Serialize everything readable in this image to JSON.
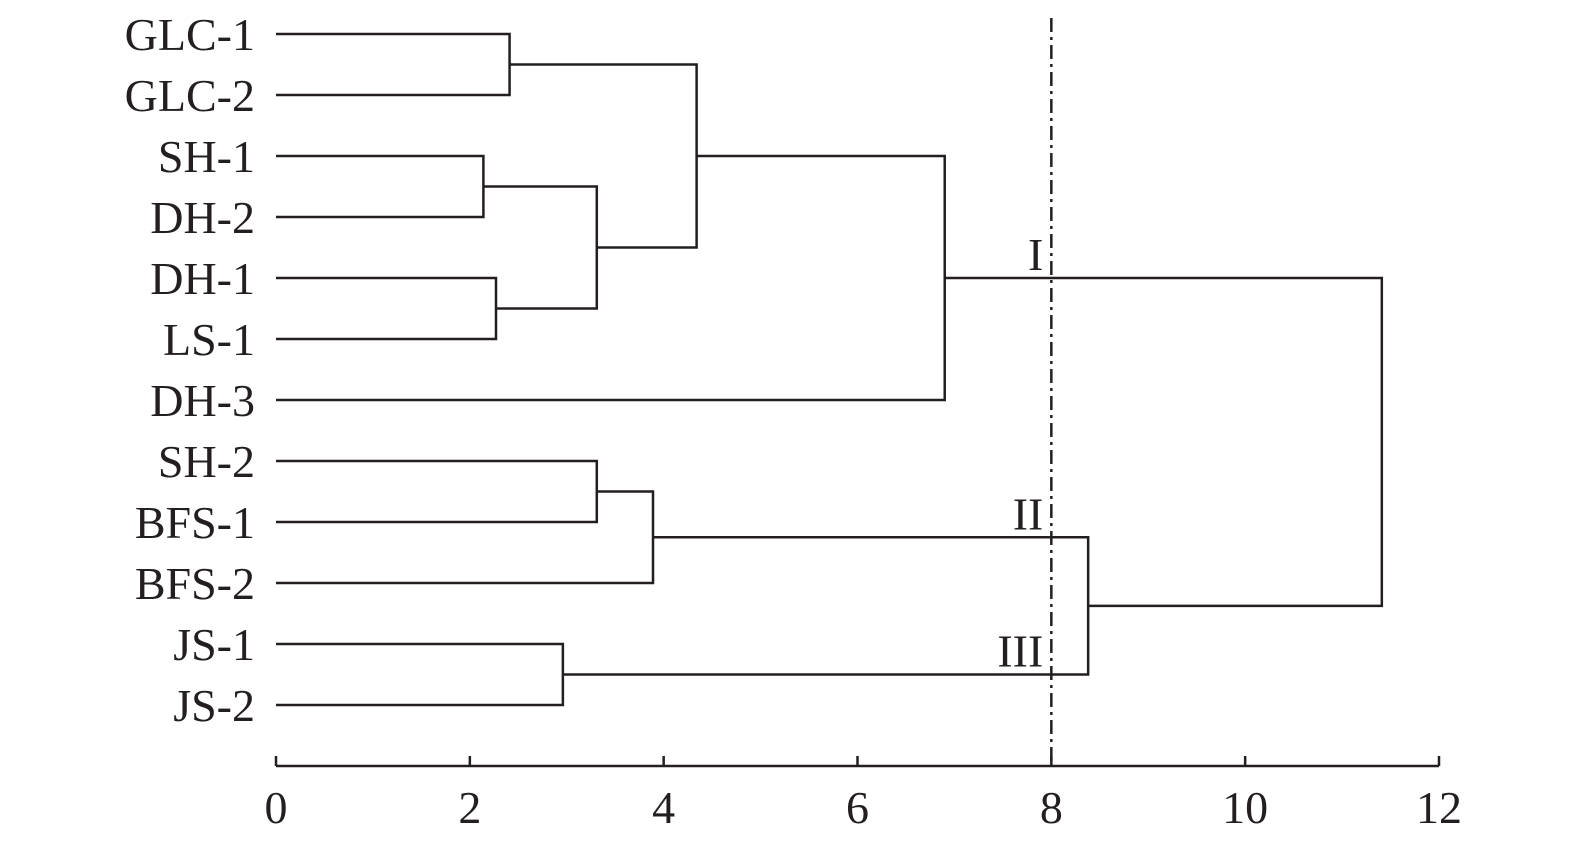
{
  "chart_data": {
    "type": "dendrogram",
    "orientation": "horizontal",
    "leaves": [
      "GLC-1",
      "GLC-2",
      "SH-1",
      "DH-2",
      "DH-1",
      "LS-1",
      "DH-3",
      "SH-2",
      "BFS-1",
      "BFS-2",
      "JS-1",
      "JS-2"
    ],
    "merges": [
      {
        "id": 12,
        "children": [
          0,
          1
        ],
        "height": 2.41
      },
      {
        "id": 13,
        "children": [
          2,
          3
        ],
        "height": 2.14
      },
      {
        "id": 14,
        "children": [
          4,
          5
        ],
        "height": 2.27
      },
      {
        "id": 15,
        "children": [
          13,
          14
        ],
        "height": 3.31
      },
      {
        "id": 16,
        "children": [
          12,
          15
        ],
        "height": 4.34
      },
      {
        "id": 17,
        "children": [
          16,
          6
        ],
        "height": 6.9
      },
      {
        "id": 18,
        "children": [
          7,
          8
        ],
        "height": 3.31
      },
      {
        "id": 19,
        "children": [
          18,
          9
        ],
        "height": 3.89
      },
      {
        "id": 20,
        "children": [
          10,
          11
        ],
        "height": 2.96
      },
      {
        "id": 21,
        "children": [
          19,
          20
        ],
        "height": 8.38
      },
      {
        "id": 22,
        "children": [
          17,
          21
        ],
        "height": 11.41
      }
    ],
    "cutoff": 8,
    "cluster_labels": [
      {
        "text": "I",
        "node": 17
      },
      {
        "text": "II",
        "node": 19
      },
      {
        "text": "III",
        "node": 20
      }
    ],
    "xlim": [
      0,
      12
    ],
    "xticks": [
      "0",
      "2",
      "4",
      "6",
      "8",
      "10",
      "12"
    ],
    "xlabel": "",
    "ylabel": "",
    "title": ""
  }
}
